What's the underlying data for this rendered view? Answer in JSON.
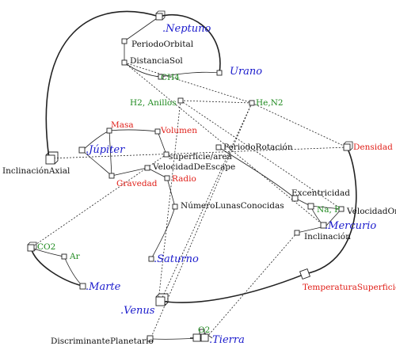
{
  "colors": {
    "planet": "#1a1acc",
    "property": "#e0201a",
    "gas": "#1f8a1f",
    "neutral": "#111111",
    "edge": "#222222"
  },
  "labels": {
    "neptuno": ".Neptuno",
    "periodo_orbital": "PeriodoOrbital",
    "distancia_sol": "DistanciaSol",
    "urano": "Urano",
    "ch4": "CH4",
    "h2_anillos": "H2, Anillos",
    "he_n2": "He,N2",
    "masa": "Masa",
    "volumen": "Volumen",
    "jupiter": ".Júpiter",
    "periodo_rotacion": "PeriodoRotación",
    "densidad": "Densidad",
    "inclinacion_axial": "InclinaciónAxial",
    "superficie_area": "superficie/area",
    "velocidad_escape": "VelocidadDeEscape",
    "gravedad": "Gravedad",
    "radio": "Radio",
    "excentricidad": "Excentricidad",
    "numero_lunas": "NúmeroLunasConocidas",
    "na_p": "Na, P",
    "velocidad_orbital": "VelocidadOrbi",
    "mercurio": ".Mercurio",
    "inclinacion": "Inclinación",
    "co2": "CO2",
    "ar": "Ar",
    "saturno": ".Saturno",
    "marte": ".Marte",
    "temperatura_superficie": "TemperaturaSuperficie",
    "venus": ".Venus",
    "o2": "O2",
    "discriminante_planetario": "DiscriminantePlanetario",
    "tierra": ".Tierra"
  }
}
